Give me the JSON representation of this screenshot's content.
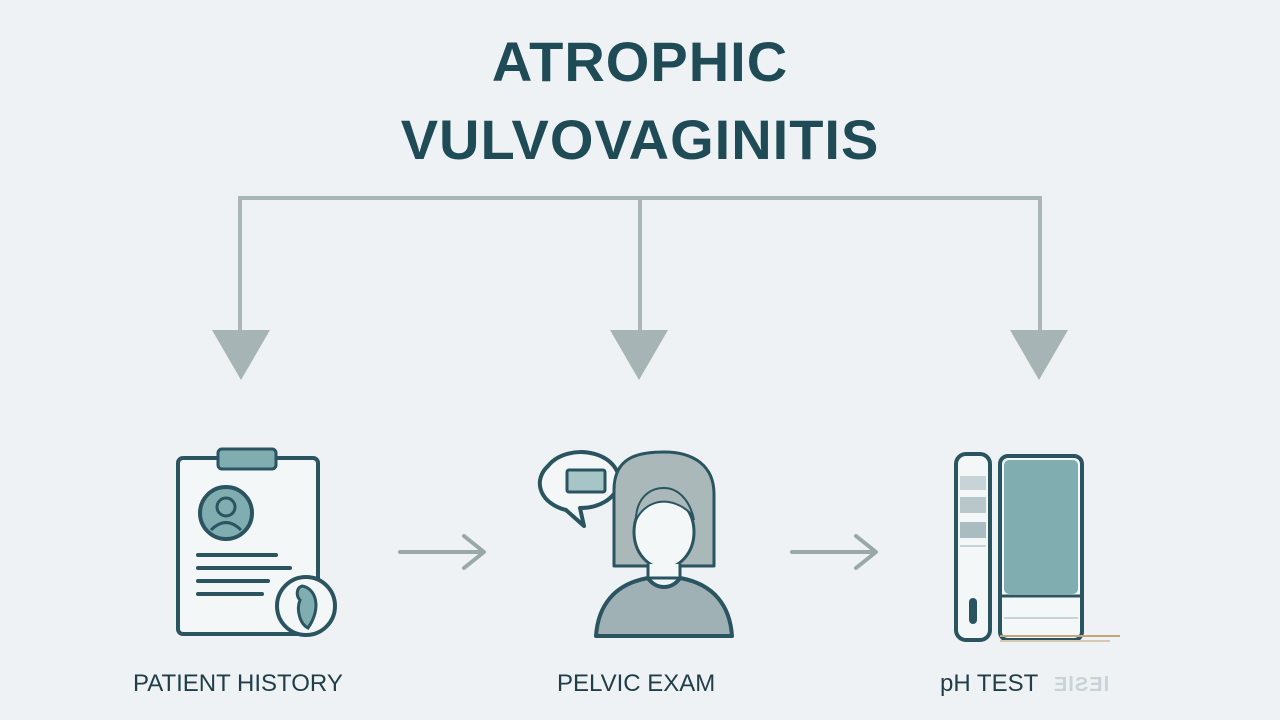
{
  "diagram": {
    "title_line1": "ATROPHIC",
    "title_line2": "VULVOVAGINITIS",
    "steps": [
      {
        "label": "PATIENT HISTORY",
        "icon": "clipboard-patient-record-icon"
      },
      {
        "label": "PELVIC EXAM",
        "icon": "patient-speech-bubble-icon"
      },
      {
        "label": "pH TEST",
        "extra_label": "ƎlƧƎl",
        "icon": "ph-test-strip-icon"
      }
    ]
  },
  "colors": {
    "background": "#eef2f4",
    "title": "#1f4b57",
    "icon_stroke": "#2a5560",
    "icon_fill": "#7fadb0",
    "connector": "#a6b4b6"
  }
}
